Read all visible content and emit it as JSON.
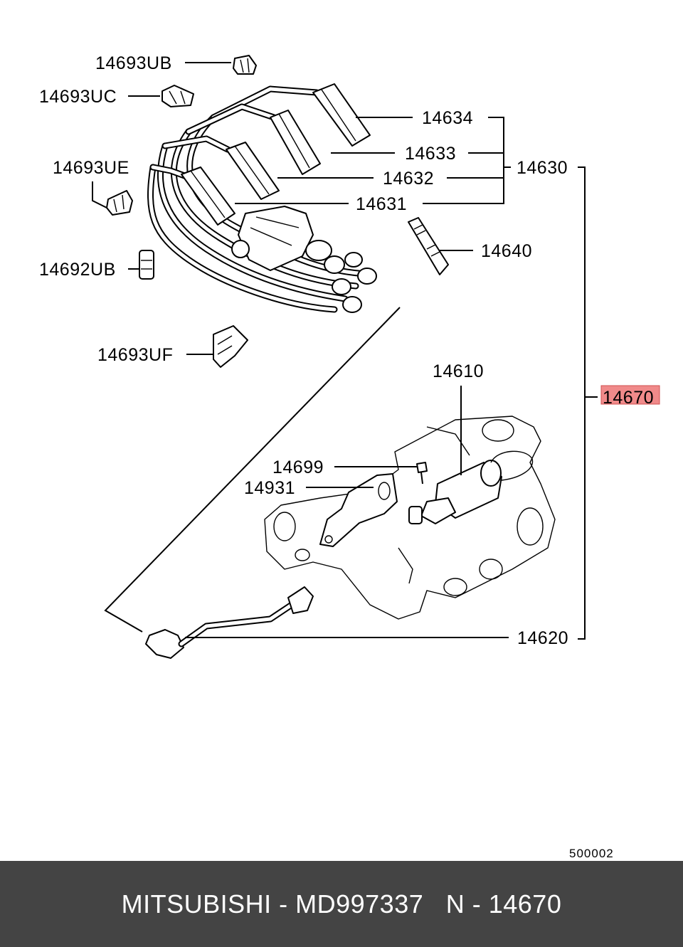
{
  "labels": {
    "p14693UB": "14693UB",
    "p14693UC": "14693UC",
    "p14693UE": "14693UE",
    "p14692UB": "14692UB",
    "p14693UF": "14693UF",
    "p14634": "14634",
    "p14633": "14633",
    "p14632": "14632",
    "p14631": "14631",
    "p14630": "14630",
    "p14640": "14640",
    "p14610": "14610",
    "p14670": "14670",
    "p14699": "14699",
    "p14931": "14931",
    "p14620": "14620"
  },
  "highlight_color": "#f08a8a",
  "diagram_code": "500002",
  "footer": {
    "text": "MITSUBISHI - MD997337   N - 14670"
  }
}
